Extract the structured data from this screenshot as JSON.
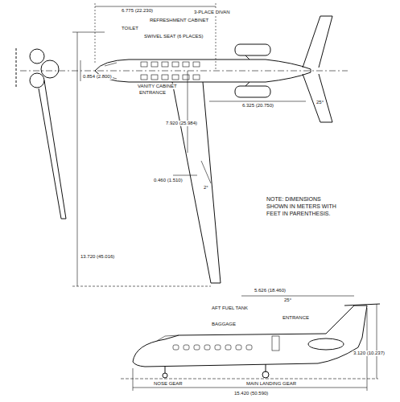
{
  "diagram": {
    "labels": [
      "6.775 (22.230)",
      "3-PLACE DIVAN",
      "REFRESHMENT CABINET",
      "TOILET",
      "SWIVEL SEAT (6 PLACES)",
      "VANITY CABINET",
      "ENTRANCE",
      "0.854 (2.800)",
      "6.325 (20.750)",
      "25°",
      "7.920 (25.984)",
      "0.460 (1.510)",
      "2°",
      "13.720 (45.016)",
      "NOTE: DIMENSIONS SHOWN IN METERS WITH FEET IN PARENTHESIS.",
      "5.626 (18.460)",
      "25°",
      "AFT FUEL TANK",
      "ENTRANCE",
      "BAGGAGE",
      "3.120 (10.237)",
      "NOSE GEAR",
      "MAIN LANDING GEAR",
      "15.420 (50.590)"
    ]
  }
}
